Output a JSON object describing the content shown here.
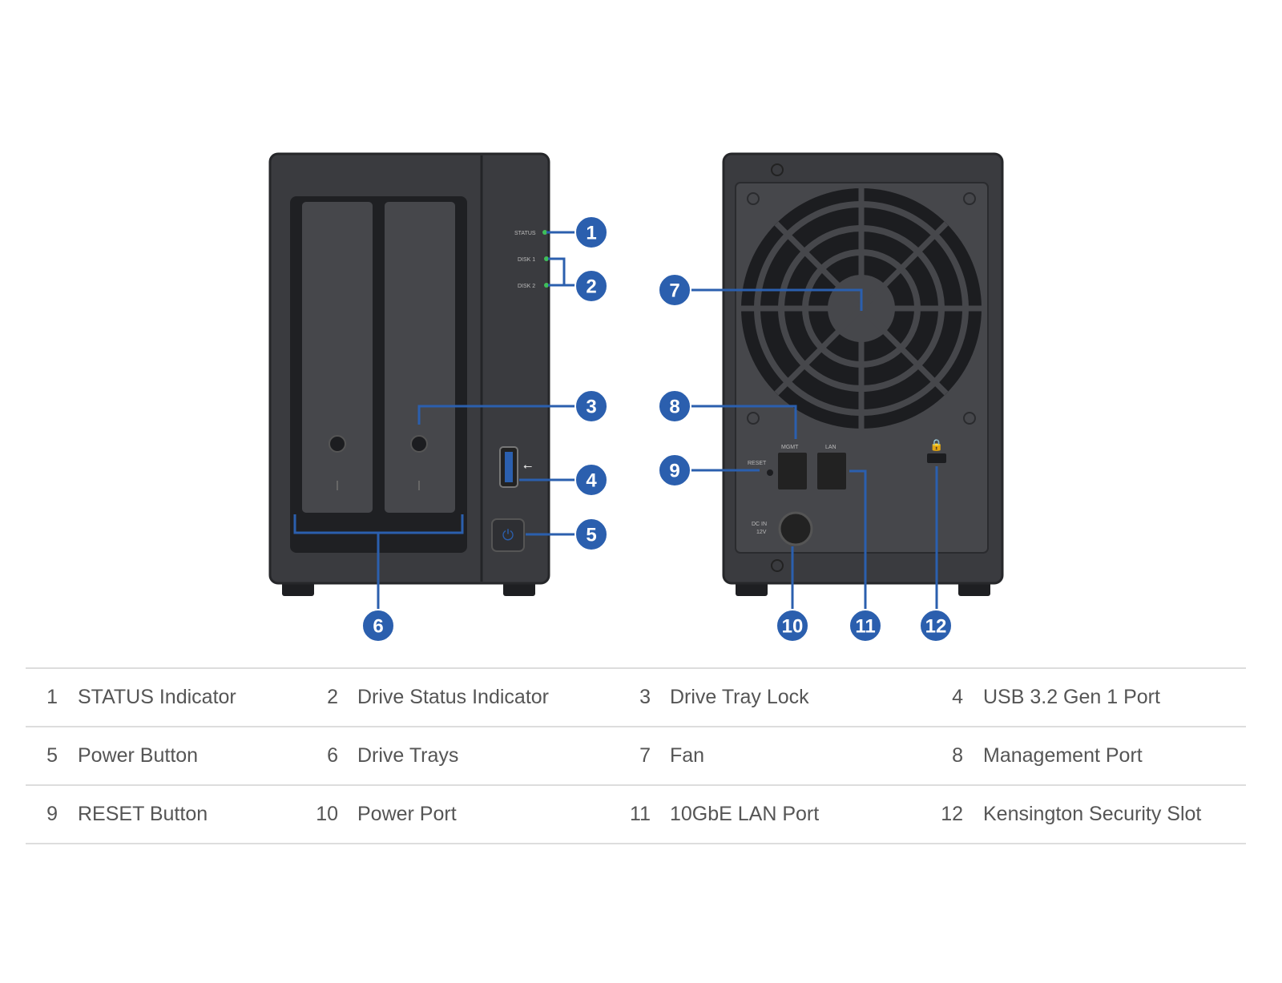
{
  "device_labels": {
    "status": "STATUS",
    "disk1": "DISK 1",
    "disk2": "DISK 2",
    "mgmt": "MGMT",
    "lan": "LAN",
    "reset": "RESET",
    "dc_in": "DC IN",
    "dc_volt": "12V"
  },
  "callouts": [
    "1",
    "2",
    "3",
    "4",
    "5",
    "6",
    "7",
    "8",
    "9",
    "10",
    "11",
    "12"
  ],
  "legend": [
    [
      {
        "num": "1",
        "label": "STATUS Indicator"
      },
      {
        "num": "2",
        "label": "Drive Status Indicator"
      },
      {
        "num": "3",
        "label": "Drive Tray Lock"
      },
      {
        "num": "4",
        "label": "USB 3.2 Gen 1 Port"
      }
    ],
    [
      {
        "num": "5",
        "label": "Power Button"
      },
      {
        "num": "6",
        "label": "Drive Trays"
      },
      {
        "num": "7",
        "label": "Fan"
      },
      {
        "num": "8",
        "label": "Management Port"
      }
    ],
    [
      {
        "num": "9",
        "label": "RESET Button"
      },
      {
        "num": "10",
        "label": "Power Port"
      },
      {
        "num": "11",
        "label": "10GbE LAN Port"
      },
      {
        "num": "12",
        "label": "Kensington Security Slot"
      }
    ]
  ],
  "colors": {
    "callout": "#2b5fae",
    "body": "#3a3b3f",
    "led": "#3fbf5a"
  }
}
